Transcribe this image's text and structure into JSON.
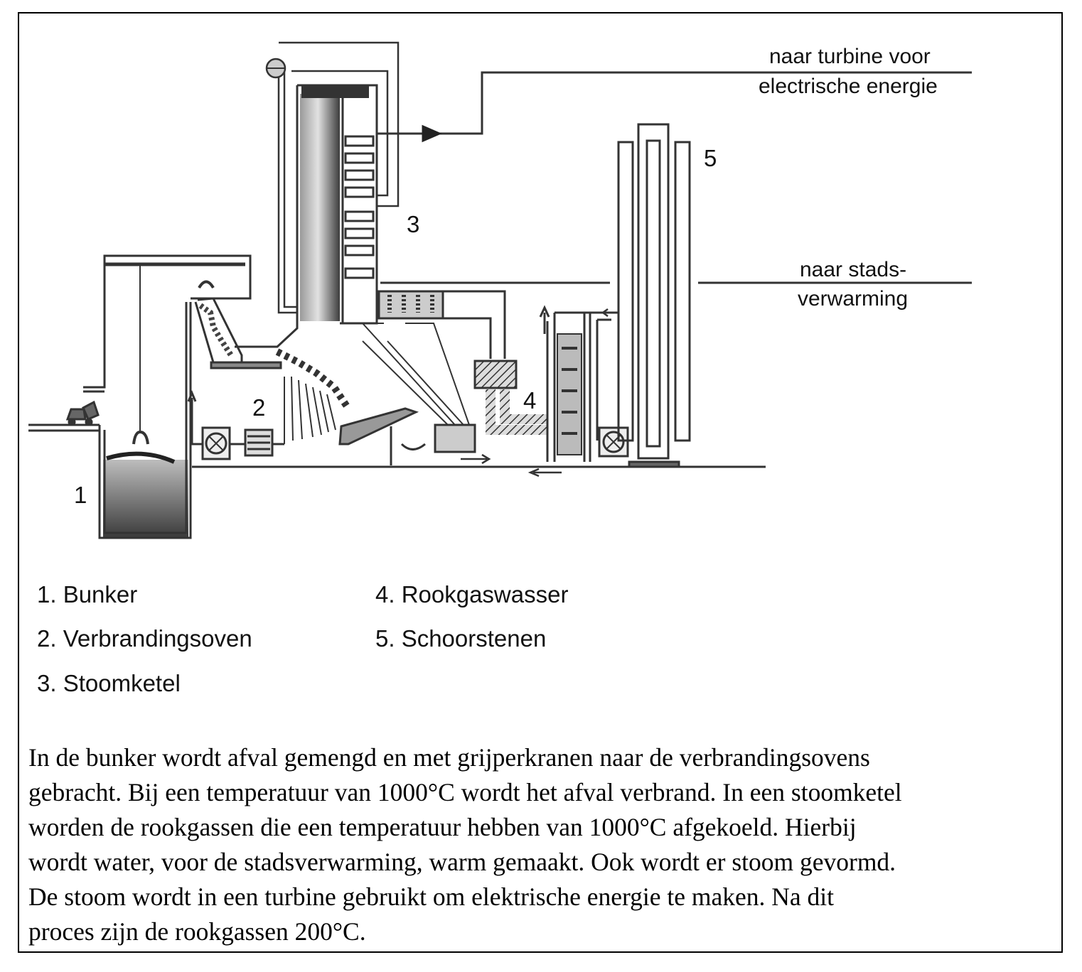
{
  "diagram": {
    "callouts": {
      "turbine": [
        "naar turbine voor",
        "electrische energie"
      ],
      "stadsverwarming": [
        "naar stads-",
        "verwarming"
      ]
    },
    "numbers": {
      "n1": "1",
      "n2": "2",
      "n3": "3",
      "n4": "4",
      "n5": "5"
    }
  },
  "legend": [
    {
      "text": "1. Bunker"
    },
    {
      "text": "2. Verbrandingsoven"
    },
    {
      "text": "3. Stoomketel"
    },
    {
      "text": "4. Rookgaswasser"
    },
    {
      "text": "5. Schoorstenen"
    }
  ],
  "description": [
    "In de bunker wordt afval gemengd en met grijperkranen naar de verbrandingsovens",
    "gebracht. Bij een temperatuur van 1000°C wordt het afval verbrand. In een stoomketel",
    "worden de rookgassen die een temperatuur hebben van 1000°C afgekoeld. Hierbij",
    "wordt water, voor de stadsverwarming, warm gemaakt. Ook wordt er stoom gevormd.",
    "De stoom wordt in een turbine gebruikt om elektrische energie te maken. Na dit",
    "proces zijn de rookgassen 200°C."
  ]
}
